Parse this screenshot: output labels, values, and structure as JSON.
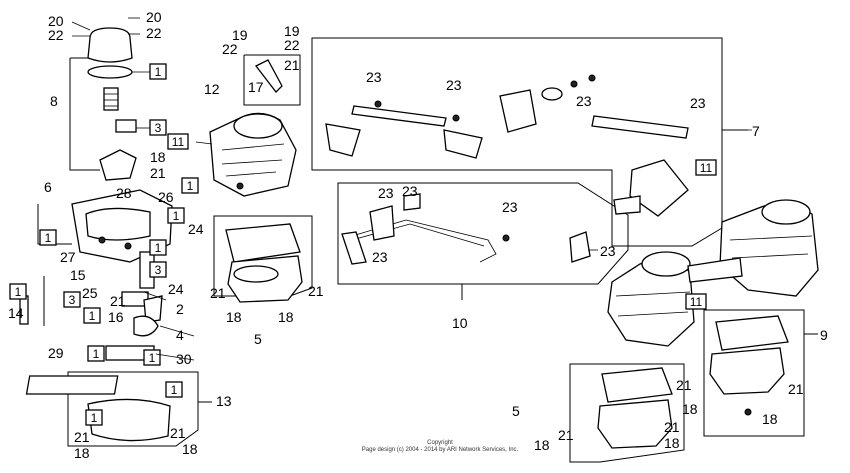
{
  "callouts": [
    {
      "id": "c-20a",
      "text": "20"
    },
    {
      "id": "c-22a",
      "text": "22"
    },
    {
      "id": "c-20b",
      "text": "20"
    },
    {
      "id": "c-22b",
      "text": "22"
    },
    {
      "id": "c-19a",
      "text": "19"
    },
    {
      "id": "c-19b",
      "text": "19"
    },
    {
      "id": "c-22c",
      "text": "22"
    },
    {
      "id": "c-22d",
      "text": "22"
    },
    {
      "id": "c-21a",
      "text": "21"
    },
    {
      "id": "c-12",
      "text": "12"
    },
    {
      "id": "c-17",
      "text": "17"
    },
    {
      "id": "c-8",
      "text": "8"
    },
    {
      "id": "c-18a",
      "text": "18"
    },
    {
      "id": "c-21b",
      "text": "21"
    },
    {
      "id": "c-28",
      "text": "28"
    },
    {
      "id": "c-26",
      "text": "26"
    },
    {
      "id": "c-6",
      "text": "6"
    },
    {
      "id": "c-27",
      "text": "27"
    },
    {
      "id": "c-24a",
      "text": "24"
    },
    {
      "id": "c-15",
      "text": "15"
    },
    {
      "id": "c-25",
      "text": "25"
    },
    {
      "id": "c-24b",
      "text": "24"
    },
    {
      "id": "c-21c",
      "text": "21"
    },
    {
      "id": "c-2",
      "text": "2"
    },
    {
      "id": "c-16",
      "text": "16"
    },
    {
      "id": "c-14",
      "text": "14"
    },
    {
      "id": "c-4",
      "text": "4"
    },
    {
      "id": "c-29",
      "text": "29"
    },
    {
      "id": "c-30",
      "text": "30"
    },
    {
      "id": "c-13",
      "text": "13"
    },
    {
      "id": "c-21d",
      "text": "21"
    },
    {
      "id": "c-18b",
      "text": "18"
    },
    {
      "id": "c-21e",
      "text": "21"
    },
    {
      "id": "c-18c",
      "text": "18"
    },
    {
      "id": "c-21f",
      "text": "21"
    },
    {
      "id": "c-18d",
      "text": "18"
    },
    {
      "id": "c-5a",
      "text": "5"
    },
    {
      "id": "c-21g",
      "text": "21"
    },
    {
      "id": "c-18e",
      "text": "18"
    },
    {
      "id": "c-23a",
      "text": "23"
    },
    {
      "id": "c-23b",
      "text": "23"
    },
    {
      "id": "c-23c",
      "text": "23"
    },
    {
      "id": "c-23d",
      "text": "23"
    },
    {
      "id": "c-7",
      "text": "7"
    },
    {
      "id": "c-23e",
      "text": "23"
    },
    {
      "id": "c-23f",
      "text": "23"
    },
    {
      "id": "c-23g",
      "text": "23"
    },
    {
      "id": "c-23h",
      "text": "23"
    },
    {
      "id": "c-23i",
      "text": "23"
    },
    {
      "id": "c-10",
      "text": "10"
    },
    {
      "id": "c-9",
      "text": "9"
    },
    {
      "id": "c-21h",
      "text": "21"
    },
    {
      "id": "c-18f",
      "text": "18"
    },
    {
      "id": "c-21i",
      "text": "21"
    },
    {
      "id": "c-18g",
      "text": "18"
    },
    {
      "id": "c-5b",
      "text": "5"
    },
    {
      "id": "c-21j",
      "text": "21"
    },
    {
      "id": "c-18h",
      "text": "18"
    },
    {
      "id": "c-18i",
      "text": "18"
    },
    {
      "id": "c-21k",
      "text": "21"
    }
  ],
  "boxed_callouts": [
    {
      "id": "b-1a",
      "text": "1"
    },
    {
      "id": "b-3a",
      "text": "3"
    },
    {
      "id": "b-11a",
      "text": "11"
    },
    {
      "id": "b-1b",
      "text": "1"
    },
    {
      "id": "b-1c",
      "text": "1"
    },
    {
      "id": "b-1d",
      "text": "1"
    },
    {
      "id": "b-1e",
      "text": "1"
    },
    {
      "id": "b-1f",
      "text": "1"
    },
    {
      "id": "b-3b",
      "text": "3"
    },
    {
      "id": "b-3c",
      "text": "3"
    },
    {
      "id": "b-1g",
      "text": "1"
    },
    {
      "id": "b-1h",
      "text": "1"
    },
    {
      "id": "b-1i",
      "text": "1"
    },
    {
      "id": "b-1j",
      "text": "1"
    },
    {
      "id": "b-1k",
      "text": "1"
    },
    {
      "id": "b-11b",
      "text": "11"
    },
    {
      "id": "b-11c",
      "text": "11"
    }
  ],
  "copyright": {
    "line1": "Copyright",
    "line2": "Page design (c) 2004 - 2014 by ARI Network Services, Inc."
  }
}
